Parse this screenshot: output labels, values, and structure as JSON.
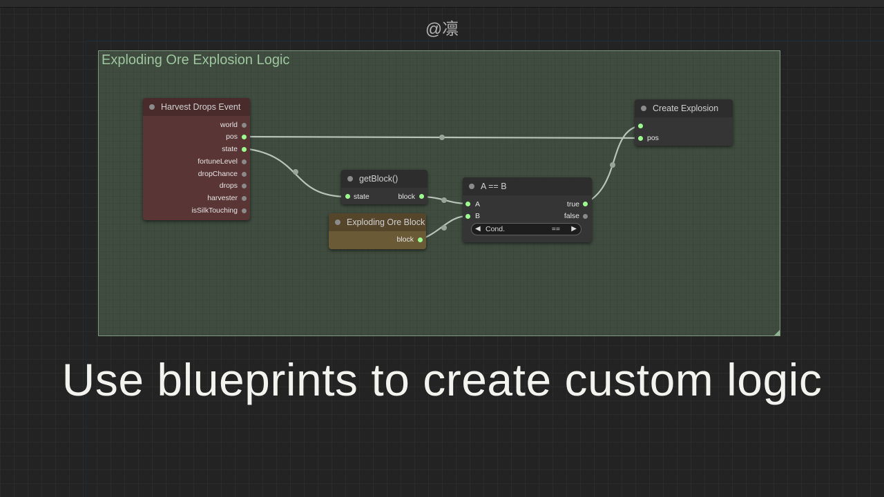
{
  "watermark": "@凛",
  "group": {
    "title": "Exploding Ore Explosion Logic"
  },
  "nodes": {
    "harvest_drops": {
      "title": "Harvest Drops Event",
      "outputs": [
        "world",
        "pos",
        "state",
        "fortuneLevel",
        "dropChance",
        "drops",
        "harvester",
        "isSilkTouching"
      ]
    },
    "get_block": {
      "title": "getBlock()",
      "input": "state",
      "output": "block"
    },
    "exploding_ore_block": {
      "title": "Exploding Ore Block",
      "output": "block"
    },
    "compare": {
      "title": "A == B",
      "inputs": [
        "A",
        "B"
      ],
      "outputs": [
        "true",
        "false"
      ],
      "widget": {
        "label": "Cond.",
        "value": "=="
      }
    },
    "create_explosion": {
      "title": "Create Explosion",
      "inputs": [
        "",
        "pos"
      ]
    }
  },
  "caption": "Use blueprints to create custom logic",
  "colors": {
    "background": "#232323",
    "group_fill": "#3f4c3f",
    "group_border": "#7f9a7f",
    "event_node": "#5a3535",
    "constant_node": "#6b5a36",
    "slot_connected": "#9cff8f",
    "slot_idle": "#8a8a8a",
    "wire": "#b9c4b9"
  },
  "icons": [
    "node-collapse-dot",
    "combo-left-arrow",
    "combo-right-arrow"
  ]
}
